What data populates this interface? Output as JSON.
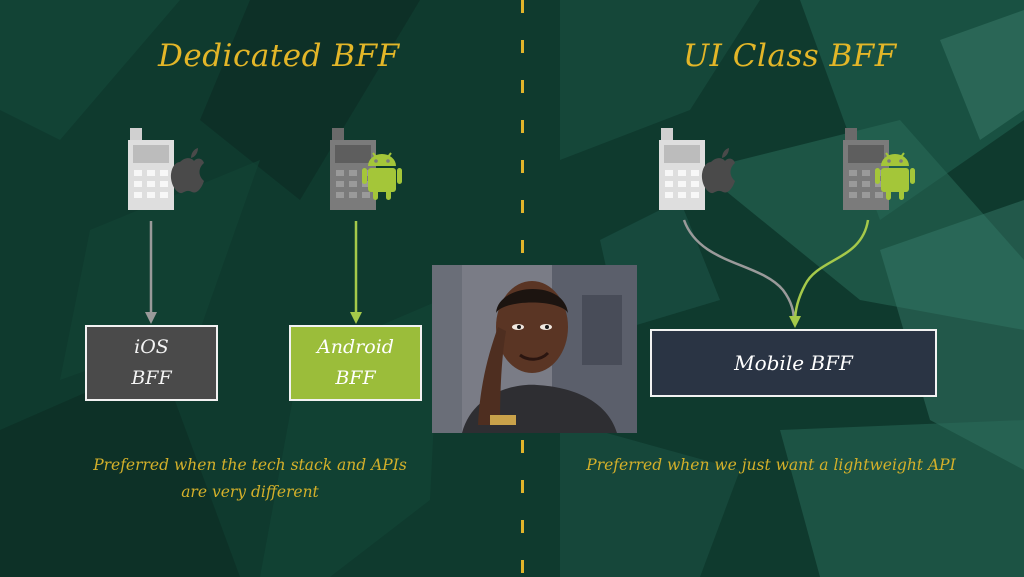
{
  "left": {
    "title": "Dedicated BFF",
    "ios_box": {
      "line1": "iOS",
      "line2": "BFF"
    },
    "android_box": {
      "line1": "Android",
      "line2": "BFF"
    },
    "caption_line1": "Preferred when the tech stack and APIs",
    "caption_line2": "are very different"
  },
  "right": {
    "title": "UI Class BFF",
    "mobile_box": "Mobile BFF",
    "caption": "Preferred when we just want a lightweight API"
  },
  "colors": {
    "background": "#0f3a2e",
    "title_accent": "#e3b628",
    "ios_box": "#4a4a4a",
    "android_box": "#9bbd3a",
    "mobile_box": "#2a3444",
    "ios_arrow": "#9a9a9a",
    "android_arrow": "#a5c94a"
  },
  "icons": [
    "phone-apple-icon",
    "phone-android-icon",
    "meme-photo"
  ]
}
